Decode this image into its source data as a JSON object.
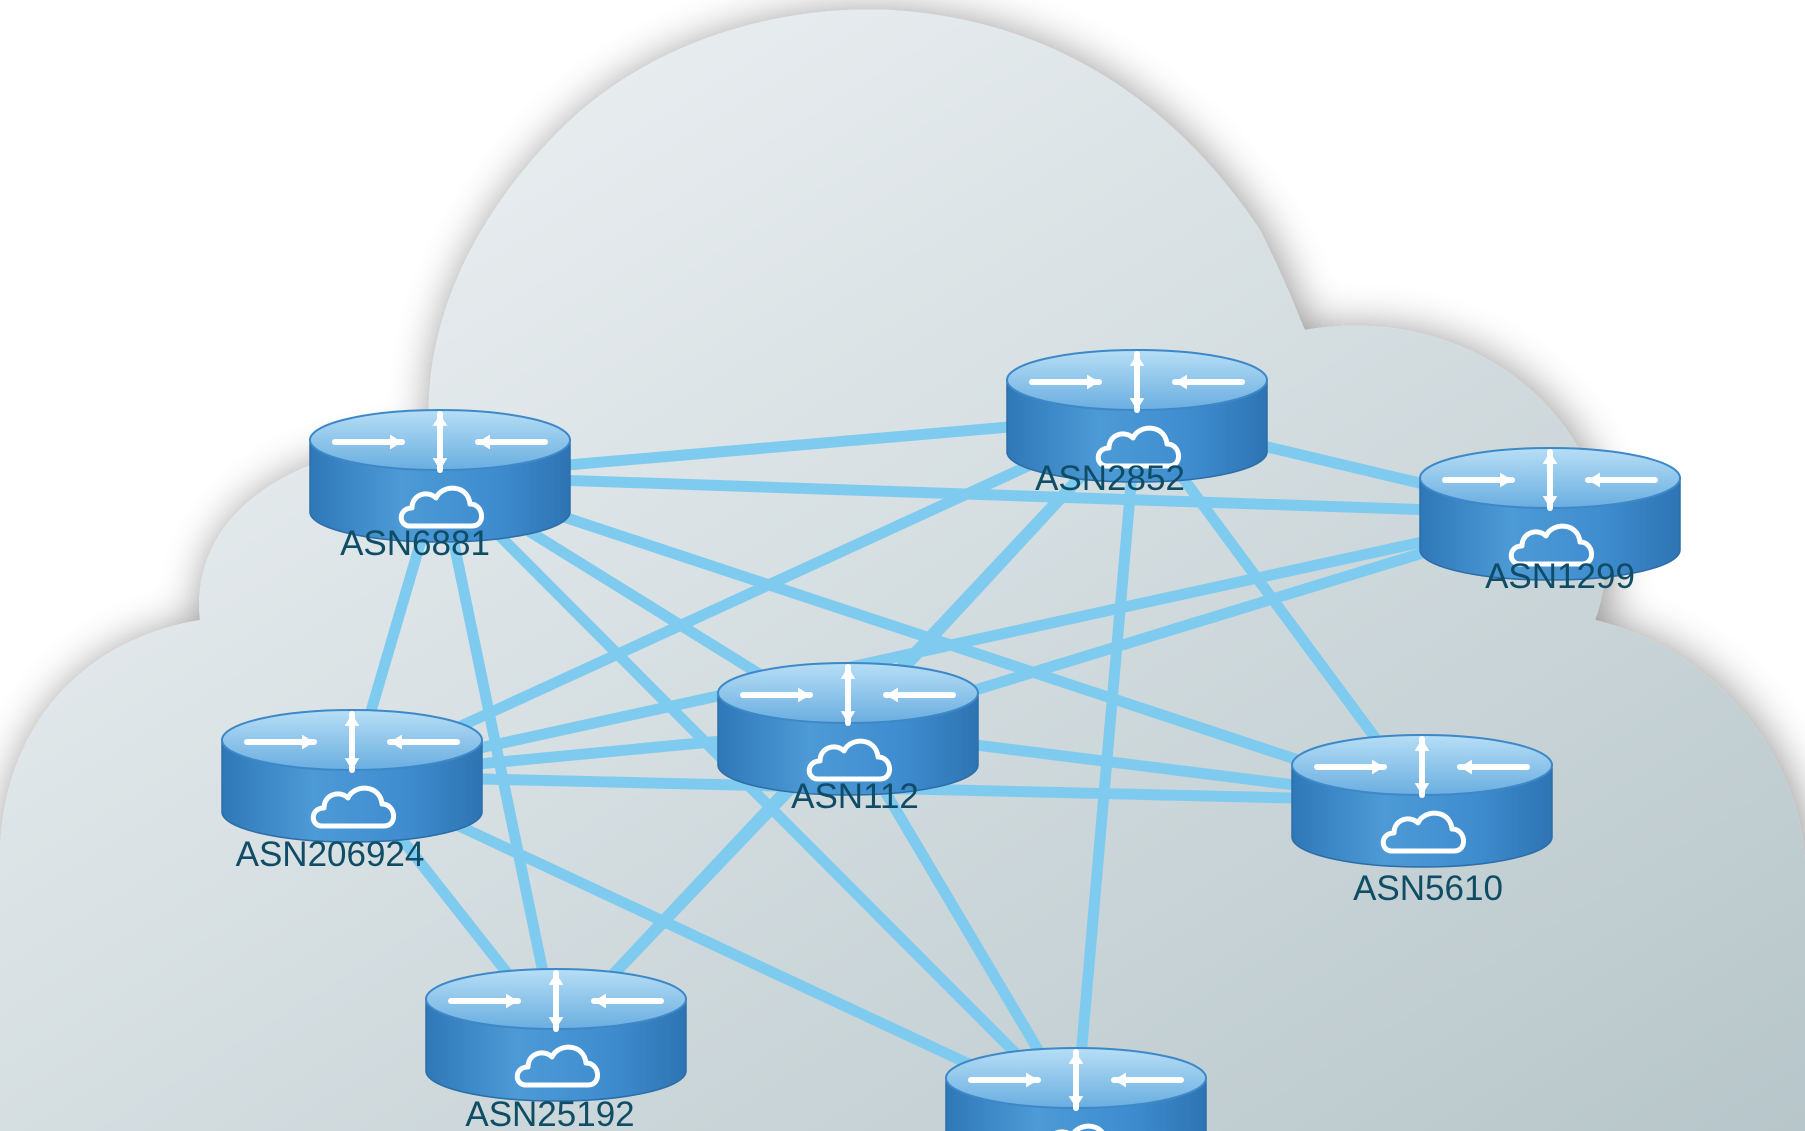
{
  "diagram": {
    "colors": {
      "cloud_light": "#f3f6f8",
      "cloud_dark": "#b7c6ca",
      "link": "#7fcbef",
      "router_top": "#8ec8ec",
      "router_side": "#3f8dcf",
      "label": "#0f4d66"
    },
    "nodes": [
      {
        "id": "n6881",
        "label": "ASN6881"
      },
      {
        "id": "n2852",
        "label": "ASN2852"
      },
      {
        "id": "n1299",
        "label": "ASN1299"
      },
      {
        "id": "n206924",
        "label": "ASN206924"
      },
      {
        "id": "n112",
        "label": "ASN112"
      },
      {
        "id": "n5610",
        "label": "ASN5610"
      },
      {
        "id": "n25192",
        "label": "ASN25192"
      },
      {
        "id": "nbottom",
        "label": ""
      }
    ],
    "links": [
      [
        "n6881",
        "n2852"
      ],
      [
        "n6881",
        "n1299"
      ],
      [
        "n6881",
        "n206924"
      ],
      [
        "n6881",
        "n112"
      ],
      [
        "n6881",
        "n5610"
      ],
      [
        "n6881",
        "n25192"
      ],
      [
        "n6881",
        "nbottom"
      ],
      [
        "n2852",
        "n1299"
      ],
      [
        "n2852",
        "n206924"
      ],
      [
        "n2852",
        "n112"
      ],
      [
        "n2852",
        "n5610"
      ],
      [
        "n2852",
        "n25192"
      ],
      [
        "n2852",
        "nbottom"
      ],
      [
        "n1299",
        "n206924"
      ],
      [
        "n1299",
        "n112"
      ],
      [
        "n206924",
        "n112"
      ],
      [
        "n206924",
        "n5610"
      ],
      [
        "n206924",
        "n25192"
      ],
      [
        "n206924",
        "nbottom"
      ],
      [
        "n112",
        "n5610"
      ],
      [
        "n112",
        "n25192"
      ],
      [
        "n112",
        "nbottom"
      ]
    ]
  }
}
